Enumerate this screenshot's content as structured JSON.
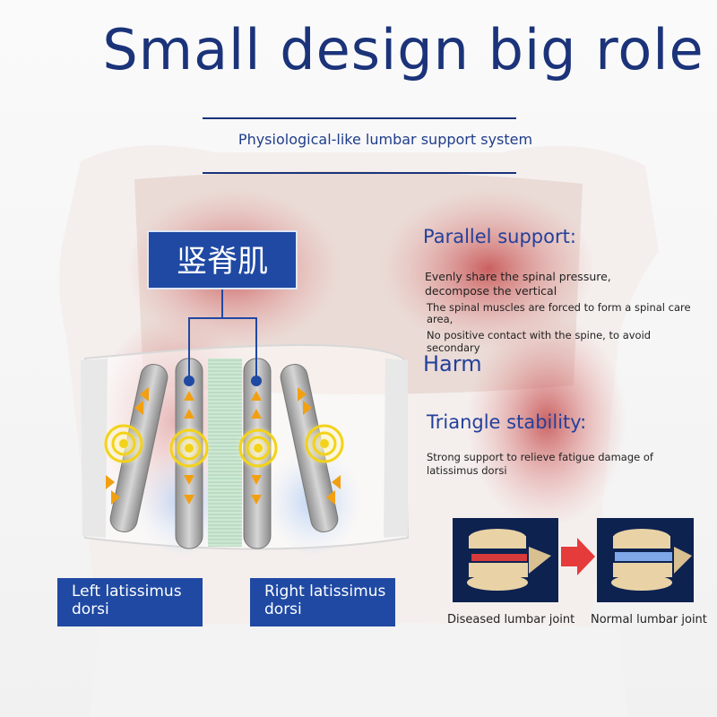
{
  "header": {
    "title": "Small design big role",
    "subtitle": "Physiological-like lumbar support system"
  },
  "back_graphic": {
    "muscle_label": "竖脊肌",
    "left_label": "Left latissimus dorsi",
    "right_label": "Right latissimus dorsi"
  },
  "parallel": {
    "heading": "Parallel support:",
    "line1": "Evenly share the spinal pressure,",
    "line2": "decompose the vertical",
    "line3": "The spinal muscles are forced to form a spinal care",
    "line4": "area,",
    "line5": "No positive contact with the spine, to avoid",
    "line6": "secondary",
    "harm": "Harm"
  },
  "triangle": {
    "heading": "Triangle stability:",
    "line1": "Strong support to relieve fatigue damage of",
    "line2": "latissimus dorsi"
  },
  "comparison": {
    "diseased_caption": "Diseased lumbar joint",
    "normal_caption": "Normal lumbar joint"
  },
  "colors": {
    "brand_blue": "#1f49a3",
    "title_blue": "#1b3379",
    "muscle_red": "#cc5555",
    "arrow_orange": "#f2a012"
  }
}
